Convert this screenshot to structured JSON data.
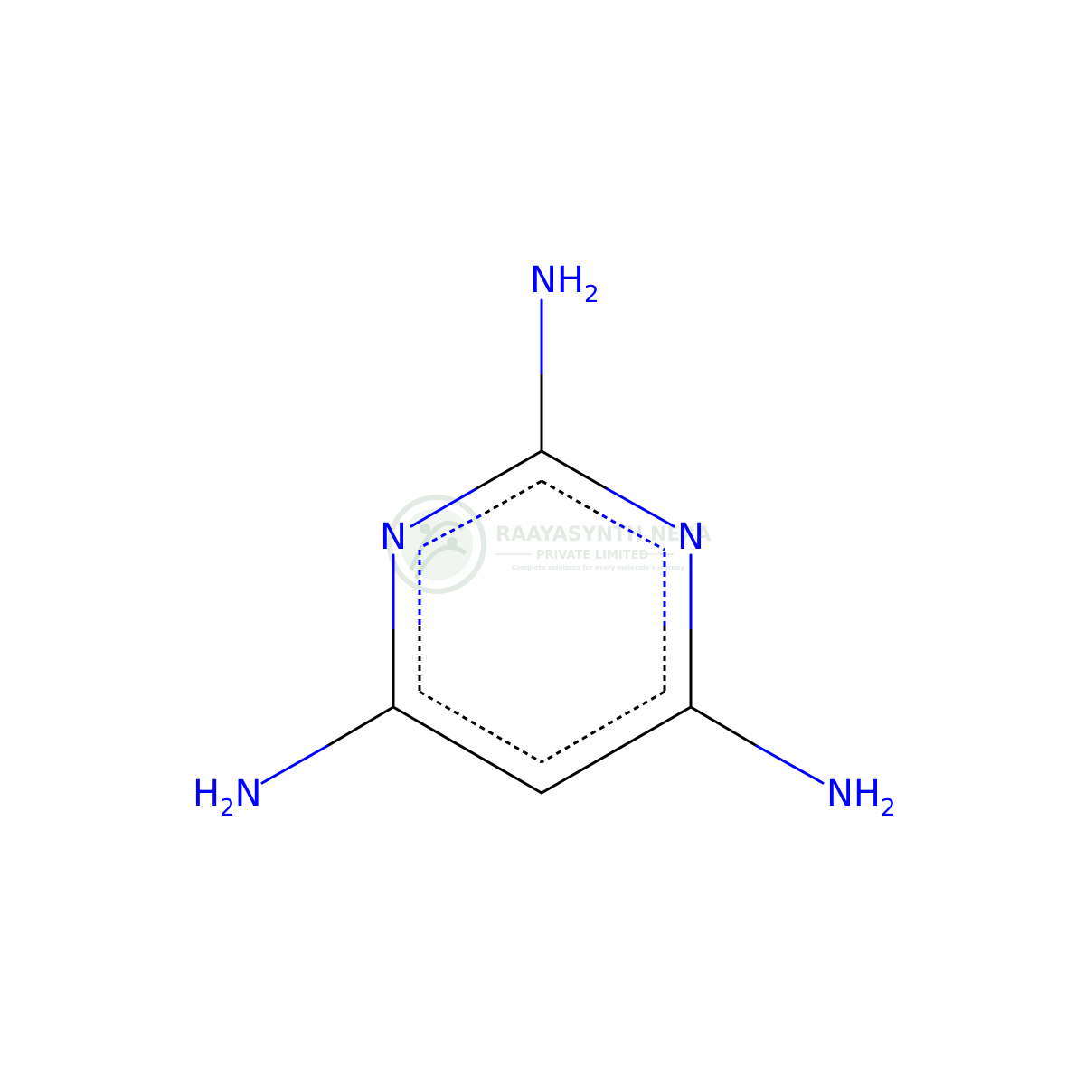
{
  "atoms": {
    "n1": {
      "element": "N",
      "color": "#0000ff"
    },
    "n3": {
      "element": "N",
      "color": "#0000ff"
    },
    "amine_top": {
      "label": "NH",
      "subscript": "2",
      "color": "#0000ff"
    },
    "amine_left": {
      "label": "N",
      "prefix": "H",
      "subscript": "2",
      "color": "#0000ff"
    },
    "amine_right": {
      "label": "NH",
      "subscript": "2",
      "color": "#0000ff"
    }
  },
  "colors": {
    "bond_carbon": "#000000",
    "nitrogen": "#0000ff",
    "background": "#ffffff",
    "watermark": "#d9e7da"
  },
  "watermark": {
    "company": "RAAYASYNTH NEXA",
    "line2": "PRIVATE LIMITED",
    "tagline": "Complete solutions for every molecule's journey"
  }
}
